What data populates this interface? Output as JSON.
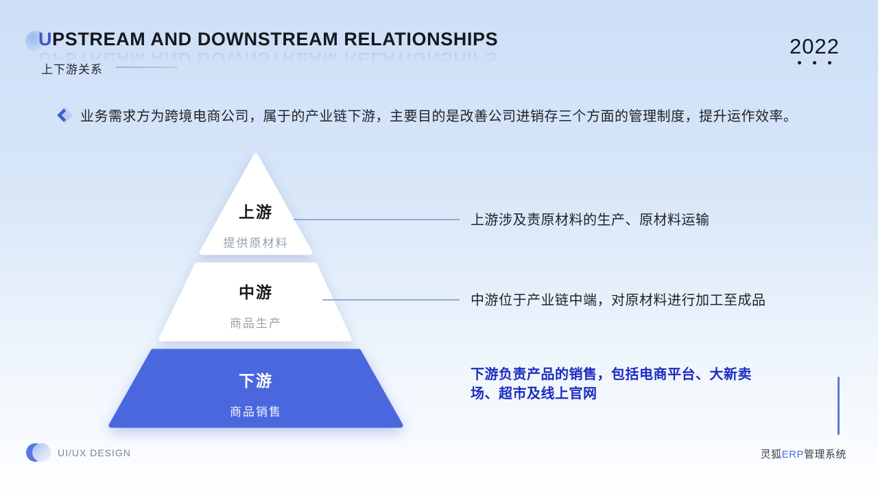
{
  "header": {
    "title": "UPSTREAM AND DOWNSTREAM RELATIONSHIPS",
    "subtitle": "上下游关系",
    "year": "2022"
  },
  "intro": {
    "text": "业务需求方为跨境电商公司，属于的产业链下游，主要目的是改善公司进销存三个方面的管理制度，提升运作效率。"
  },
  "pyramid": {
    "tiers": [
      {
        "label": "上游",
        "sublabel": "提供原材料",
        "note": "上游涉及责原材料的生产、原材料运输",
        "fill": "#ffffff"
      },
      {
        "label": "中游",
        "sublabel": "商品生产",
        "note": "中游位于产业链中端，对原材料进行加工至成品",
        "fill": "#ffffff"
      },
      {
        "label": "下游",
        "sublabel": "商品销售",
        "note": "下游负责产品的销售，包括电商平台、大新卖场、超市及线上官网",
        "fill": "#4a67de"
      }
    ]
  },
  "footer": {
    "left_label": "UI/UX DESIGN",
    "brand": {
      "prefix": "灵狐",
      "highlight": "ERP",
      "suffix": "管理系统"
    }
  },
  "colors": {
    "accent_blue": "#4a67de",
    "note_blue": "#1c2bc0",
    "connector_line": "#93a9cf",
    "background_top": "#cddff7",
    "background_bottom": "#fcfeff"
  }
}
